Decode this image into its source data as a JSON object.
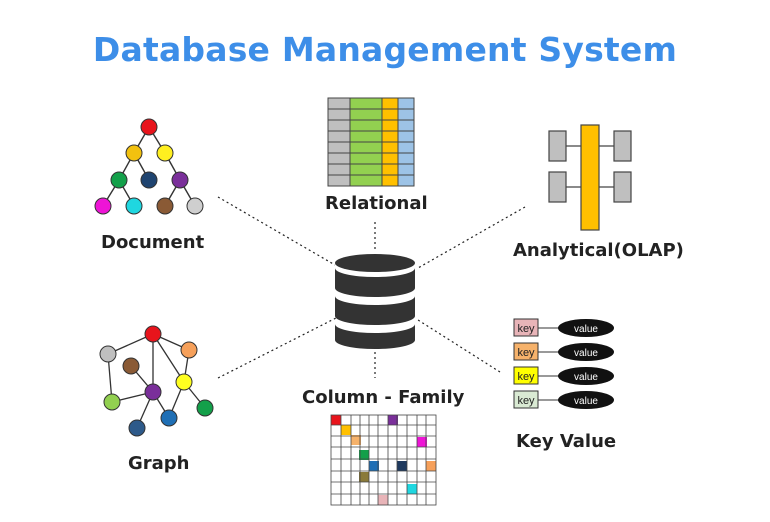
{
  "title": "Database Management System",
  "nodes": {
    "relational": "Relational",
    "document": "Document",
    "analytical": "Analytical(OLAP)",
    "graph": "Graph",
    "column_family": "Column - Family",
    "key_value": "Key Value"
  },
  "key_value_pairs": [
    {
      "key": "key",
      "value": "value",
      "key_color": "#e8b4b8"
    },
    {
      "key": "key",
      "value": "value",
      "key_color": "#f6b26b"
    },
    {
      "key": "key",
      "value": "value",
      "key_color": "#ffff00"
    },
    {
      "key": "key",
      "value": "value",
      "key_color": "#d9ead3"
    }
  ],
  "colors": {
    "title": "#3d8ee8",
    "database": "#333333"
  }
}
